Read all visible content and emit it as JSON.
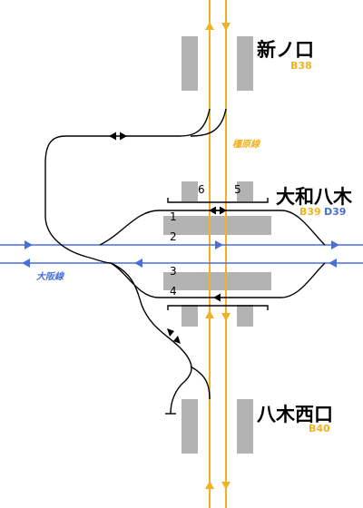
{
  "stations": {
    "shin_noguchi": {
      "name": "新ノ口",
      "code": "B38"
    },
    "yamato_yagi": {
      "name": "大和八木",
      "code_a": "B39",
      "code_b": "D39"
    },
    "yagi_nishiguchi": {
      "name": "八木西口",
      "code": "B40"
    }
  },
  "lines": {
    "kashihara": "橿原線",
    "osaka": "大阪線"
  },
  "tracks": [
    "1",
    "2",
    "3",
    "4",
    "5",
    "6"
  ],
  "colors": {
    "kashihara_line": "#f0b323",
    "osaka_line": "#4a6fd8",
    "connector_track": "#000000",
    "platform": "#b3b3b3"
  }
}
